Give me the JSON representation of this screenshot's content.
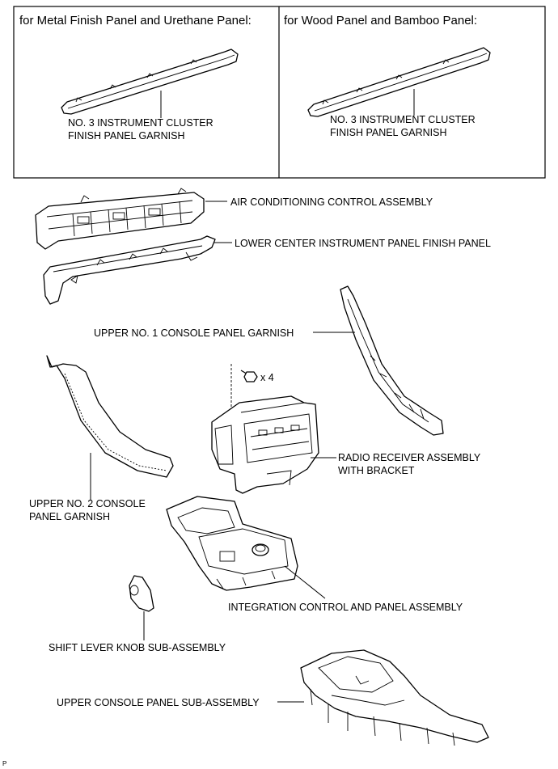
{
  "panels": {
    "left_header": "for Metal Finish Panel and Urethane Panel:",
    "right_header": "for Wood Panel and Bamboo Panel:",
    "left_label_line1": "NO. 3 INSTRUMENT CLUSTER",
    "left_label_line2": "FINISH PANEL GARNISH",
    "right_label_line1": "NO. 3 INSTRUMENT CLUSTER",
    "right_label_line2": "FINISH PANEL GARNISH"
  },
  "labels": {
    "air_conditioning": "AIR CONDITIONING CONTROL ASSEMBLY",
    "lower_center_panel": "LOWER CENTER INSTRUMENT PANEL FINISH PANEL",
    "upper_no1_console": "UPPER NO. 1 CONSOLE PANEL GARNISH",
    "screw_qty": "x 4",
    "radio_line1": "RADIO RECEIVER ASSEMBLY",
    "radio_line2": "WITH BRACKET",
    "upper_no2_line1": "UPPER NO. 2 CONSOLE",
    "upper_no2_line2": "PANEL GARNISH",
    "integration_control": "INTEGRATION CONTROL AND PANEL ASSEMBLY",
    "shift_lever_knob": "SHIFT LEVER KNOB SUB-ASSEMBLY",
    "upper_console_panel": "UPPER CONSOLE PANEL SUB-ASSEMBLY",
    "corner_mark": "P"
  }
}
